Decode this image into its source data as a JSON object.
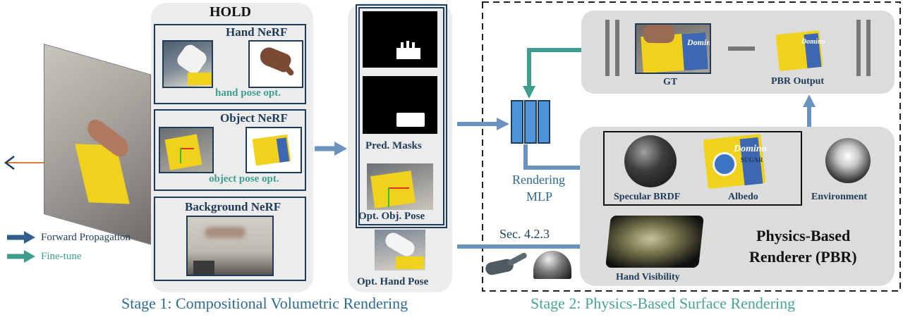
{
  "stage1": {
    "title": "HOLD",
    "hand_nerf": {
      "title": "Hand NeRF",
      "opt": "hand pose opt."
    },
    "object_nerf": {
      "title": "Object NeRF",
      "opt": "object pose opt."
    },
    "background_nerf": {
      "title": "Background NeRF"
    },
    "pred_masks": "Pred. Masks",
    "opt_obj_pose": "Opt. Obj. Pose",
    "opt_hand_pose": "Opt. Hand Pose",
    "caption": "Stage 1: Compositional Volumetric Rendering"
  },
  "legend": {
    "forward": "Forward Propagation",
    "finetune": "Fine-tune"
  },
  "stage2": {
    "gt": "GT",
    "pbr_output": "PBR Output",
    "rendering_mlp_line1": "Rendering",
    "rendering_mlp_line2": "MLP",
    "section": "Sec. 4.2.3",
    "specular": "Specular BRDF",
    "albedo": "Albedo",
    "environment": "Environment",
    "hand_visibility": "Hand Visibility",
    "pbr_title_line1": "Physics-Based",
    "pbr_title_line2": "Renderer (PBR)",
    "caption": "Stage 2: Physics-Based Surface Rendering",
    "box_text": {
      "brand": "Domino",
      "sub": "SUGAR"
    }
  },
  "colors": {
    "arrow_blue": "#6b93bf",
    "arrow_teal": "#3f9d8f",
    "navy": "#1f3b57",
    "orange": "#e07b39",
    "panel_gray": "#ececec",
    "box_yellow": "#f0d21c"
  }
}
